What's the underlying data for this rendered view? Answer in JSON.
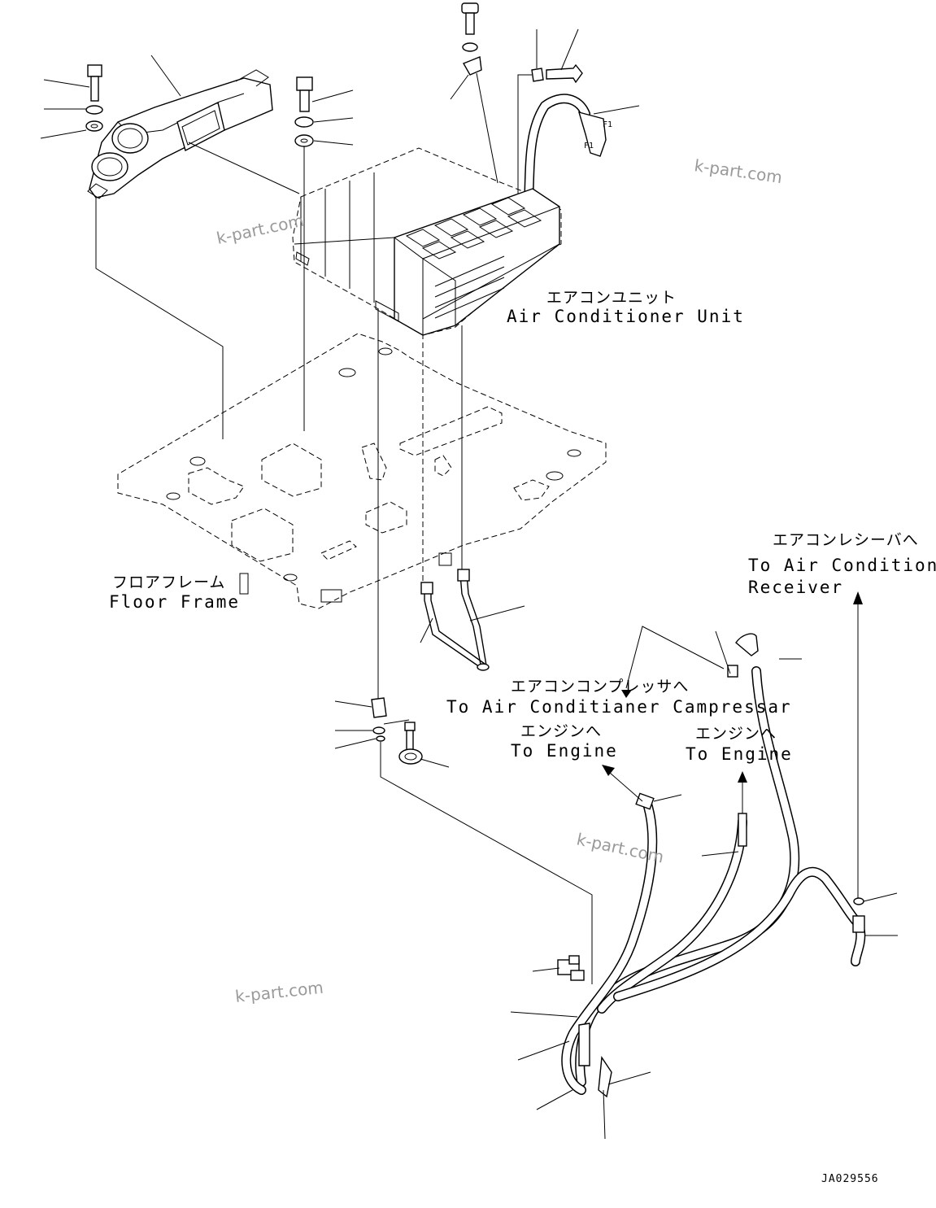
{
  "labels": {
    "ac_unit": {
      "jp": "エアコンユニット",
      "en": "Air Conditioner Unit"
    },
    "floor_frame": {
      "jp": "フロアフレーム",
      "en": "Floor Frame"
    },
    "receiver": {
      "jp": "エアコンレシーバへ",
      "en1": "To Air Conditioner",
      "en2": "Receiver"
    },
    "compressor": {
      "jp": "エアコンコンプレッサへ",
      "en": "To Air Conditianer Campressar"
    },
    "engine_1": {
      "jp": "エンジンへ",
      "en": "To Engine"
    },
    "engine_2": {
      "jp": "エンジンへ",
      "en": "To Engine"
    }
  },
  "watermarks": [
    "k-part.com",
    "k-part.com",
    "k-part.com",
    "k-part.com"
  ],
  "figure_id": "JA029556"
}
